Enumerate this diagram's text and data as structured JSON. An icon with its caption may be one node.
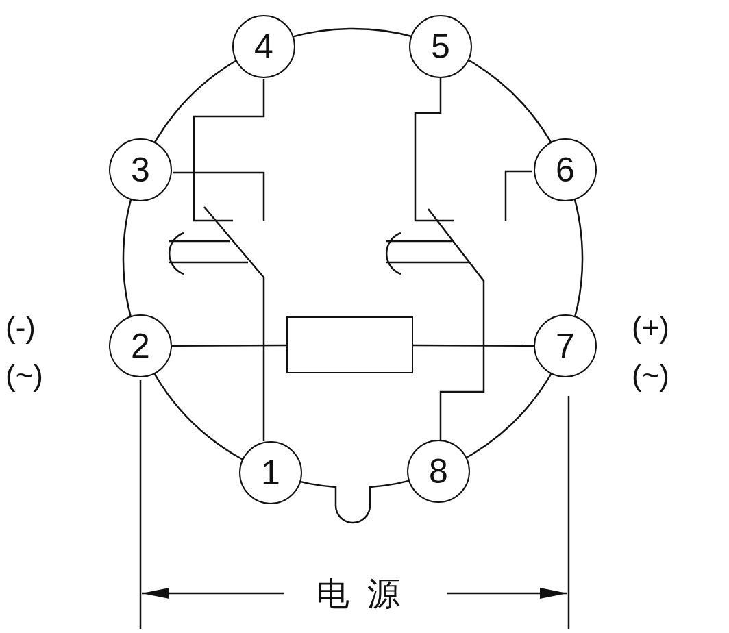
{
  "diagram": {
    "nodes": [
      {
        "text": [
          "4"
        ]
      },
      {
        "text": [
          "5"
        ]
      },
      {
        "text": [
          "3"
        ]
      },
      {
        "text": [
          "6"
        ]
      },
      {
        "text": [
          "2"
        ],
        "beside": [
          "(-)",
          "(~)"
        ]
      },
      {
        "text": [
          "7"
        ],
        "beside": [
          "(+)",
          "(~)"
        ]
      },
      {
        "text": [
          "1"
        ]
      },
      {
        "text": [
          "8"
        ]
      },
      {
        "text": [],
        "shape": "box"
      }
    ],
    "edges": [
      {
        "from": 4,
        "to": 8,
        "arrow": "none"
      },
      {
        "from": 8,
        "to": 5,
        "arrow": "none"
      }
    ],
    "labels": [
      "电源"
    ]
  }
}
